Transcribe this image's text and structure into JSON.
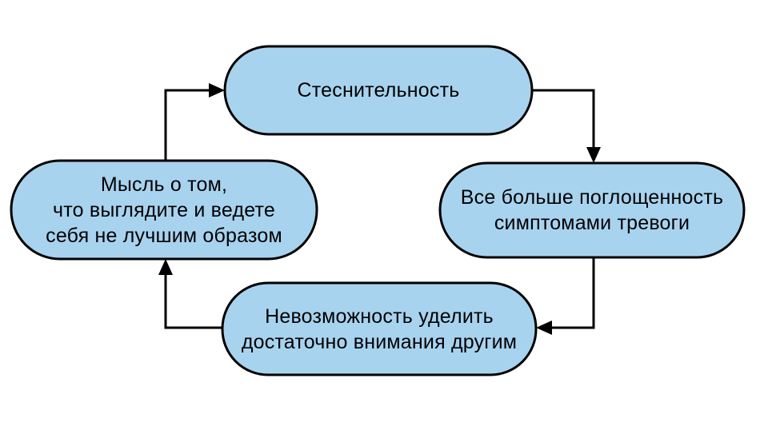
{
  "diagram": {
    "type": "cycle-flowchart",
    "language": "ru",
    "topic": "shyness-anxiety-cycle"
  },
  "colors": {
    "background": "#ffffff",
    "node_fill": "#a8d3ef",
    "node_border": "#000000",
    "arrow": "#000000",
    "text": "#000000"
  },
  "nodes": {
    "shyness": {
      "position": "top",
      "lines": [
        "Стеснительность"
      ]
    },
    "absorption": {
      "position": "right",
      "lines": [
        "Все больше поглощенность",
        "симптомами тревоги"
      ]
    },
    "inattention": {
      "position": "bottom",
      "lines": [
        "Невозможность уделить",
        "достаточно внимания другим"
      ]
    },
    "thought": {
      "position": "left",
      "lines": [
        "Мысль о том,",
        "что выглядите и ведете",
        "себя не лучшим образом"
      ]
    }
  },
  "edges": [
    {
      "from": "thought",
      "to": "shyness"
    },
    {
      "from": "shyness",
      "to": "absorption"
    },
    {
      "from": "absorption",
      "to": "inattention"
    },
    {
      "from": "inattention",
      "to": "thought"
    }
  ]
}
